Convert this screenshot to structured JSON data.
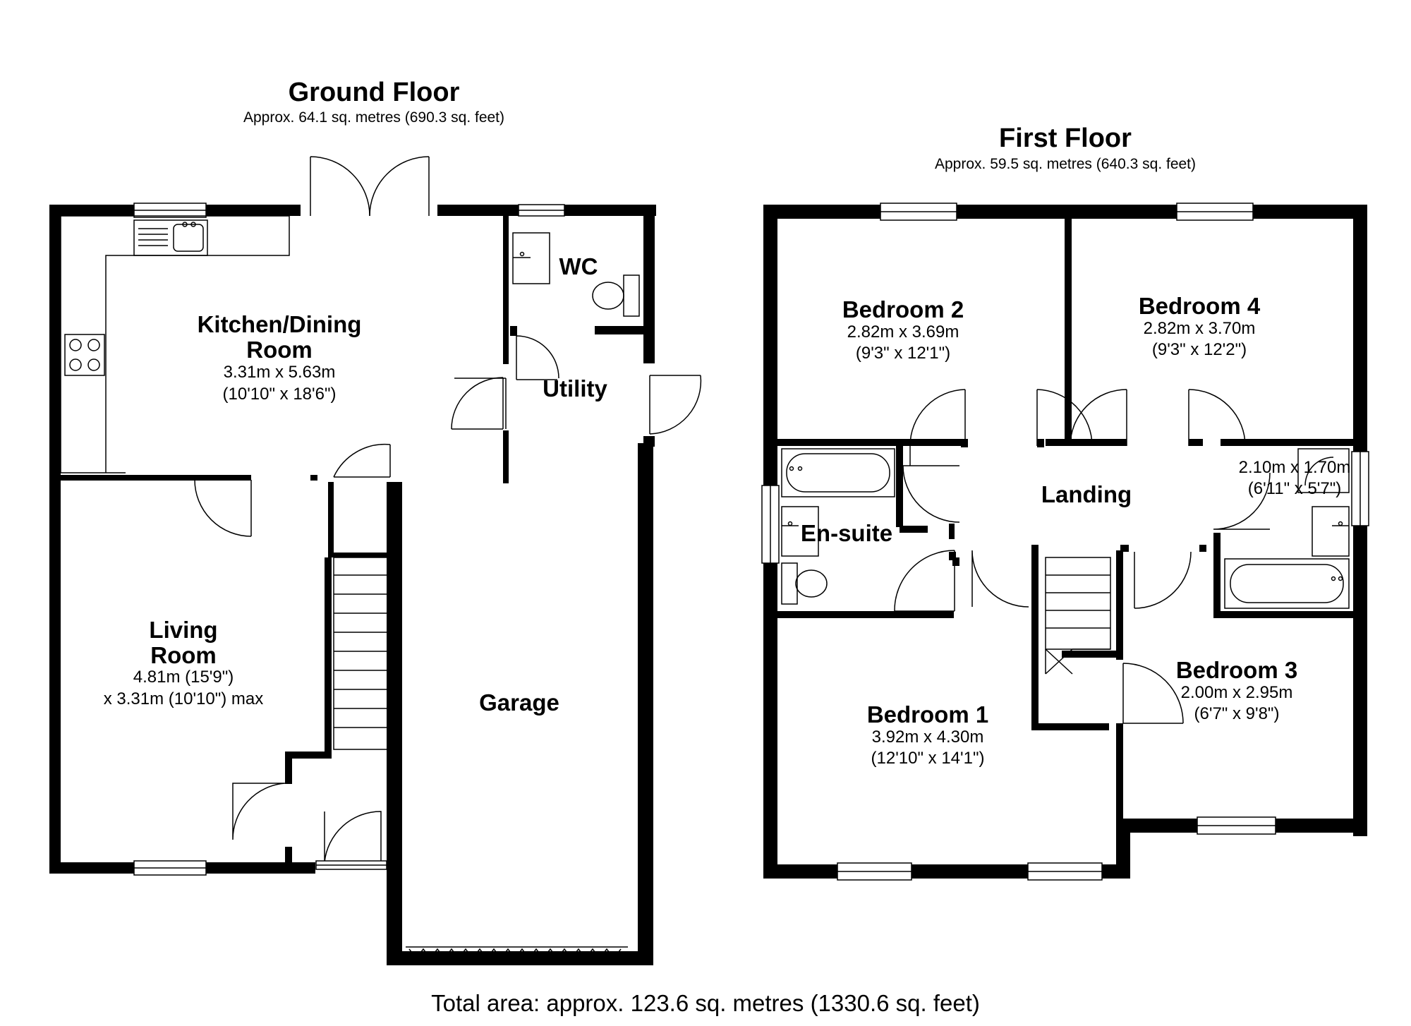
{
  "ground_floor": {
    "title": "Ground Floor",
    "area": "Approx. 64.1 sq. metres (690.3 sq. feet)",
    "rooms": {
      "kitchen": {
        "name_1": "Kitchen/Dining",
        "name_2": "Room",
        "dim_1": "3.31m x 5.63m",
        "dim_2": "(10'10\" x 18'6\")"
      },
      "wc": {
        "name": "WC"
      },
      "utility": {
        "name": "Utility"
      },
      "living": {
        "name_1": "Living",
        "name_2": "Room",
        "dim_1": "4.81m (15'9\")",
        "dim_2": "x 3.31m (10'10\") max"
      },
      "garage": {
        "name": "Garage"
      }
    }
  },
  "first_floor": {
    "title": "First Floor",
    "area": "Approx. 59.5 sq. metres (640.3 sq. feet)",
    "rooms": {
      "bedroom2": {
        "name": "Bedroom 2",
        "dim_1": "2.82m x 3.69m",
        "dim_2": "(9'3\" x 12'1\")"
      },
      "bedroom4": {
        "name": "Bedroom 4",
        "dim_1": "2.82m x 3.70m",
        "dim_2": "(9'3\" x 12'2\")"
      },
      "landing": {
        "name": "Landing"
      },
      "bathroom": {
        "dim_1": "2.10m x 1.70m",
        "dim_2": "(6'11\" x 5'7\")"
      },
      "ensuite": {
        "name": "En-suite"
      },
      "bedroom1": {
        "name": "Bedroom 1",
        "dim_1": "3.92m x 4.30m",
        "dim_2": "(12'10\" x 14'1\")"
      },
      "bedroom3": {
        "name": "Bedroom 3",
        "dim_1": "2.00m x 2.95m",
        "dim_2": "(6'7\" x 9'8\")"
      }
    }
  },
  "total_area": "Total area: approx. 123.6 sq. metres (1330.6 sq. feet)"
}
